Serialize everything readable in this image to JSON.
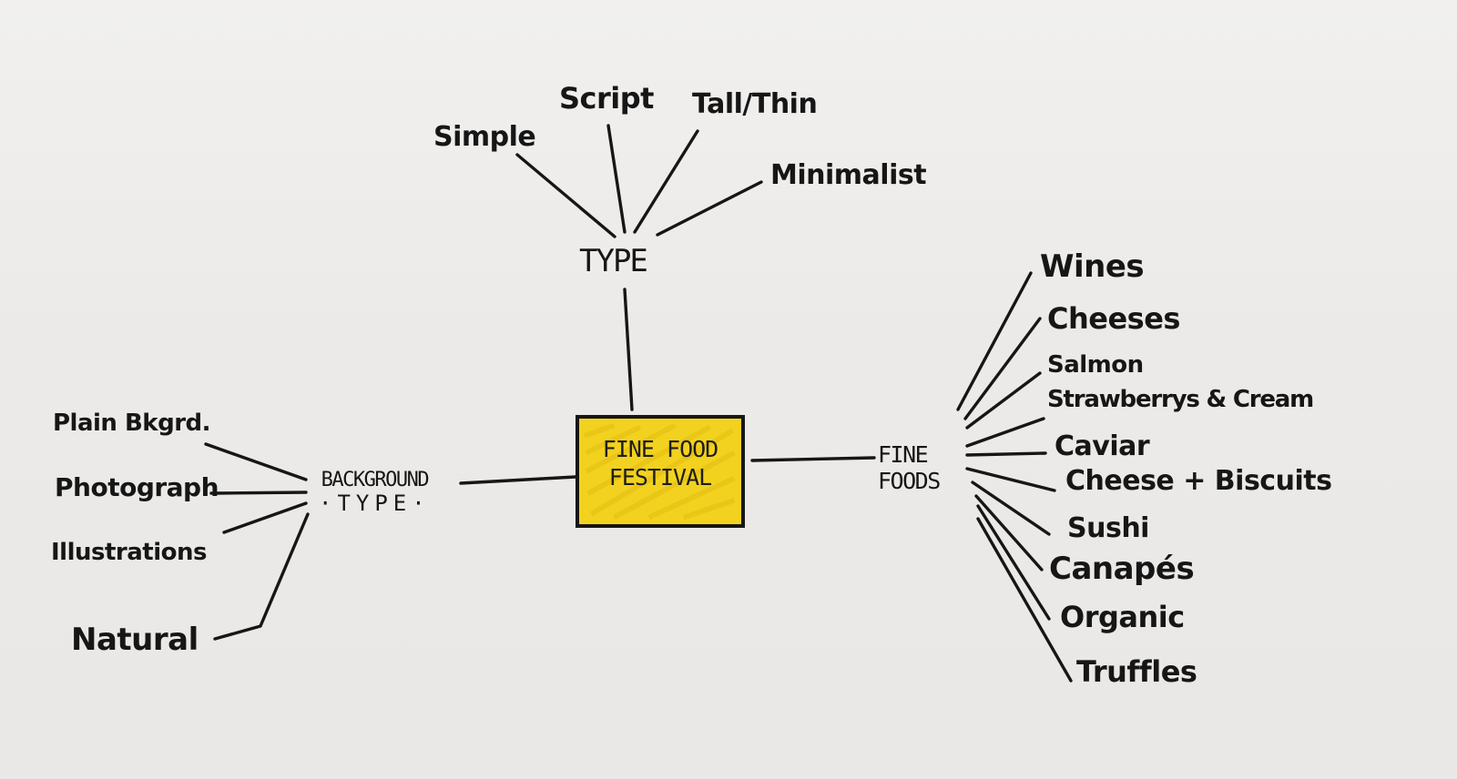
{
  "center": {
    "line1": "FINE FOOD",
    "line2": "FESTIVAL"
  },
  "hubs": {
    "type": "TYPE",
    "background_line1": "BACKGROUND",
    "background_line2": "·TYPE·",
    "fine_foods_line1": "FINE",
    "fine_foods_line2": "FOODS"
  },
  "type_items": [
    "Simple",
    "Script",
    "Tall/Thin",
    "Minimalist"
  ],
  "background_items": [
    "Plain Bkgrd.",
    "Photograph",
    "Illustrations",
    "Natural"
  ],
  "food_items": [
    "Wines",
    "Cheeses",
    "Salmon",
    "Strawberrys & Cream",
    "Caviar",
    "Cheese + Biscuits",
    "Sushi",
    "Canapés",
    "Organic",
    "Truffles"
  ],
  "colors": {
    "highlight": "#f3d21f",
    "ink": "#161616",
    "paper": "#eceae8"
  }
}
